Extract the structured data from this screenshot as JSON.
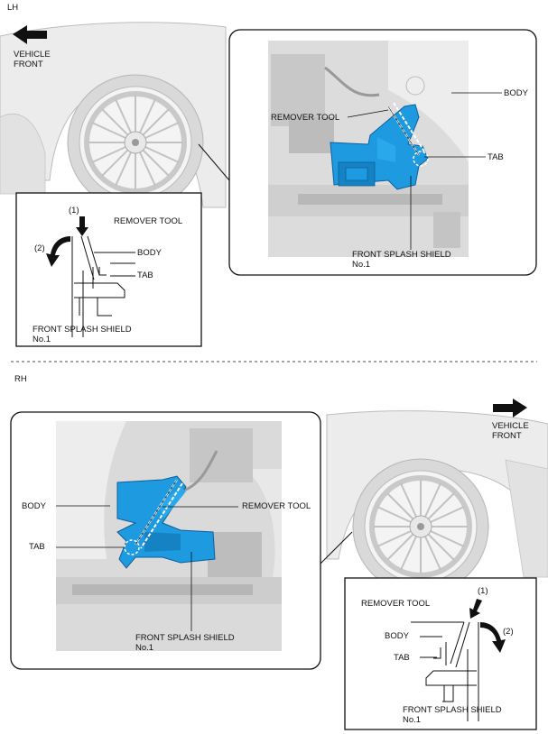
{
  "sections": {
    "lh": {
      "side_label": "LH",
      "vehicle_front": [
        "VEHICLE",
        "FRONT"
      ],
      "photo_callouts": {
        "body": "BODY",
        "remover_tool": "REMOVER TOOL",
        "tab": "TAB",
        "shield": [
          "FRONT SPLASH SHIELD",
          "No.1"
        ]
      },
      "detail": {
        "step1": "(1)",
        "step2": "(2)",
        "remover_tool": "REMOVER TOOL",
        "body": "BODY",
        "tab": "TAB",
        "shield": [
          "FRONT SPLASH SHIELD",
          "No.1"
        ]
      }
    },
    "rh": {
      "side_label": "RH",
      "vehicle_front": [
        "VEHICLE",
        "FRONT"
      ],
      "photo_callouts": {
        "body": "BODY",
        "remover_tool": "REMOVER TOOL",
        "tab": "TAB",
        "shield": [
          "FRONT SPLASH SHIELD",
          "No.1"
        ]
      },
      "detail": {
        "step1": "(1)",
        "step2": "(2)",
        "remover_tool": "REMOVER TOOL",
        "body": "BODY",
        "tab": "TAB",
        "shield": [
          "FRONT SPLASH SHIELD",
          "No.1"
        ]
      }
    }
  },
  "colors": {
    "shield_blue": "#1e9ae0",
    "shield_dark": "#0d5f9c",
    "car_gray": "#e6e6e6",
    "photo_gray": "#d6d6d6"
  }
}
